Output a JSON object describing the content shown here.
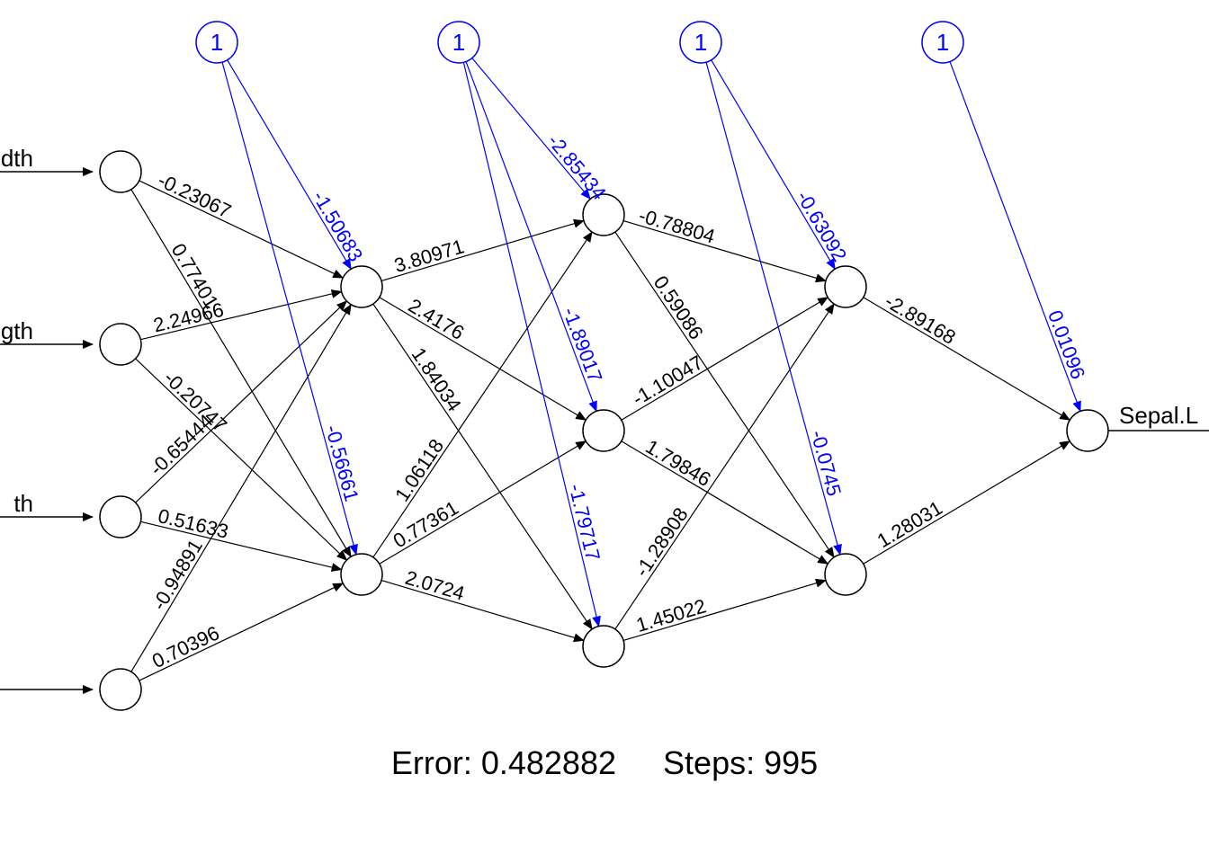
{
  "colors": {
    "weights": "#000000",
    "bias": "#0000ff"
  },
  "inputs": [
    "dth",
    "gth",
    "th",
    ""
  ],
  "output": "Sepal.L",
  "bias_symbol": "1",
  "footer": {
    "error_label": "Error: 0.482882",
    "steps_label": "Steps: 995"
  },
  "layers": [
    {
      "name": "input",
      "size": 4
    },
    {
      "name": "hidden1",
      "size": 2
    },
    {
      "name": "hidden2",
      "size": 3
    },
    {
      "name": "hidden3",
      "size": 2
    },
    {
      "name": "output",
      "size": 1
    }
  ],
  "weights": [
    {
      "from": "L0N0",
      "to": "L1N0",
      "label": "-0.23067"
    },
    {
      "from": "L0N0",
      "to": "L1N1",
      "label": "0.77401"
    },
    {
      "from": "L0N1",
      "to": "L1N0",
      "label": "2.24966"
    },
    {
      "from": "L0N1",
      "to": "L1N1",
      "label": "-0.20747"
    },
    {
      "from": "L0N2",
      "to": "L1N0",
      "label": "-0.65444"
    },
    {
      "from": "L0N2",
      "to": "L1N1",
      "label": "0.51633"
    },
    {
      "from": "L0N3",
      "to": "L1N0",
      "label": "-0.94891"
    },
    {
      "from": "L0N3",
      "to": "L1N1",
      "label": "0.70396"
    },
    {
      "from": "L1N0",
      "to": "L2N0",
      "label": "3.80971"
    },
    {
      "from": "L1N0",
      "to": "L2N1",
      "label": "2.4176"
    },
    {
      "from": "L1N0",
      "to": "L2N2",
      "label": "1.84034"
    },
    {
      "from": "L1N1",
      "to": "L2N0",
      "label": "1.06118"
    },
    {
      "from": "L1N1",
      "to": "L2N1",
      "label": "0.77361"
    },
    {
      "from": "L1N1",
      "to": "L2N2",
      "label": "2.0724"
    },
    {
      "from": "L2N0",
      "to": "L3N0",
      "label": "-0.78804"
    },
    {
      "from": "L2N0",
      "to": "L3N1",
      "label": "0.59086"
    },
    {
      "from": "L2N1",
      "to": "L3N0",
      "label": "-1.10047"
    },
    {
      "from": "L2N1",
      "to": "L3N1",
      "label": "1.79846"
    },
    {
      "from": "L2N2",
      "to": "L3N0",
      "label": "-1.28908"
    },
    {
      "from": "L2N2",
      "to": "L3N1",
      "label": "1.45022"
    },
    {
      "from": "L3N0",
      "to": "L4N0",
      "label": "-2.89168"
    },
    {
      "from": "L3N1",
      "to": "L4N0",
      "label": "1.28031"
    }
  ],
  "biases": [
    {
      "from": "B0",
      "to": "L1N0",
      "label": "-1.50683"
    },
    {
      "from": "B0",
      "to": "L1N1",
      "label": "-0.56661"
    },
    {
      "from": "B1",
      "to": "L2N0",
      "label": "-2.85434"
    },
    {
      "from": "B1",
      "to": "L2N1",
      "label": "-1.89017"
    },
    {
      "from": "B1",
      "to": "L2N2",
      "label": "-1.79717"
    },
    {
      "from": "B2",
      "to": "L3N0",
      "label": "-0.63092"
    },
    {
      "from": "B2",
      "to": "L3N1",
      "label": "-0.0745"
    },
    {
      "from": "B3",
      "to": "L4N0",
      "label": "0.01096"
    }
  ]
}
